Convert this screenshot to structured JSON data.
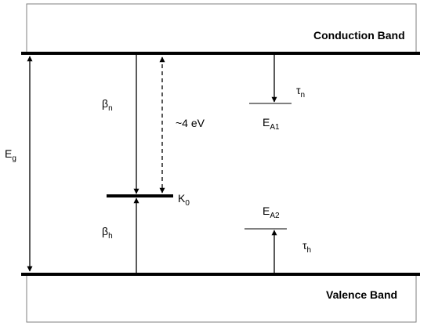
{
  "bands": {
    "conduction_label": "Conduction Band",
    "valence_label": "Valence Band"
  },
  "labels": {
    "eg": {
      "main": "E",
      "sub": "g"
    },
    "beta_n": {
      "main": "β",
      "sub": "n"
    },
    "beta_h": {
      "main": "β",
      "sub": "h"
    },
    "gap_energy": "~4 eV",
    "k0": {
      "main": "K",
      "sub": "0"
    },
    "ea1": {
      "main": "E",
      "sub": "A1"
    },
    "ea2": {
      "main": "E",
      "sub": "A2"
    },
    "tau_n": {
      "main": "τ",
      "sub": "n"
    },
    "tau_h": {
      "main": "τ",
      "sub": "h"
    }
  },
  "colors": {
    "line": "#000000",
    "box_border": "#7f7f7f",
    "background": "#ffffff"
  }
}
